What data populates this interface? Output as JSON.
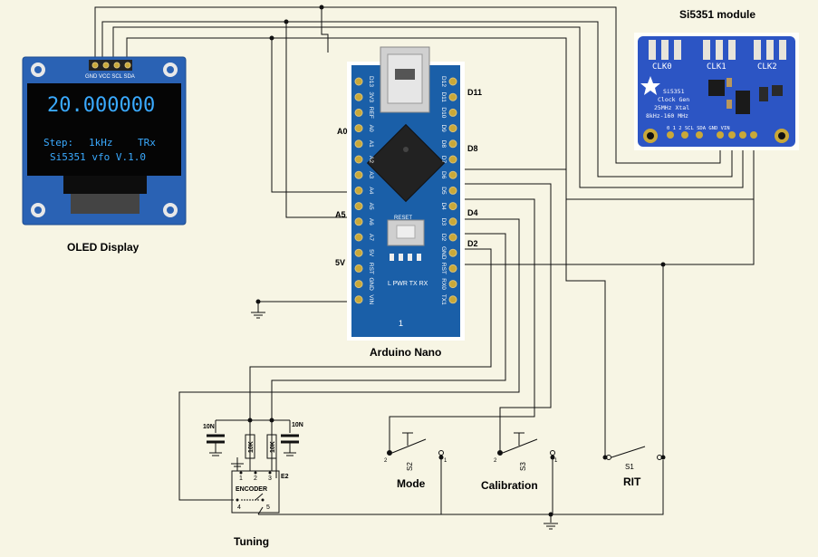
{
  "colors": {
    "background": "#f7f5e4",
    "wire": "#111111",
    "arduino_board": "#1a5fa8",
    "oled_pcb": "#2a62b4",
    "oled_text": "#3aaaff",
    "si_pcb": "#2c55c4",
    "pin_gold": "#c9a838"
  },
  "oled": {
    "caption": "OLED Display",
    "pin_labels": "GND VCC SCL SDA",
    "line1": "20.000000",
    "line2_left": "Step:",
    "line2_mid": "1kHz",
    "line2_right": "TRx",
    "line3": "Si5351 vfo V.1.0"
  },
  "si5351": {
    "caption": "Si5351 module",
    "clk0": "CLK0",
    "clk1": "CLK1",
    "clk2": "CLK2",
    "chip_l1": "Si5351",
    "chip_l2": "Clock Gen",
    "chip_l3": "25MHz Xtal",
    "chip_l4": "8kHz-160 MHz",
    "pin_row": "0  1  2  SCL SDA GND VIN"
  },
  "arduino": {
    "caption": "Arduino Nano",
    "labels": {
      "d11": "D11",
      "d8": "D8",
      "d4": "D4",
      "d2": "D2",
      "a0": "A0",
      "a5": "A5",
      "v5": "5V"
    },
    "reset_label": "RESET",
    "led_labels": "L  PWR  TX  RX",
    "left_pins": [
      "D13",
      "3V3",
      "REF",
      "A0",
      "A1",
      "A2",
      "A3",
      "A4",
      "A5",
      "A6",
      "A7",
      "5V",
      "RST",
      "GND",
      "VIN"
    ],
    "right_pins": [
      "D12",
      "D11",
      "D10",
      "D9",
      "D8",
      "D7",
      "D6",
      "D5",
      "D4",
      "D3",
      "D2",
      "GND",
      "RST",
      "RX0",
      "TX1"
    ]
  },
  "switches": {
    "mode": {
      "caption": "Mode",
      "ref": "S2",
      "pin1": "1",
      "pin2": "2"
    },
    "calibration": {
      "caption": "Calibration",
      "ref": "S3",
      "pin1": "1",
      "pin2": "2"
    },
    "rit": {
      "caption": "RIT",
      "ref": "S1"
    }
  },
  "encoder": {
    "caption": "Tuning",
    "label": "ENCODER",
    "pins": {
      "p1": "1",
      "p2": "2",
      "p3": "3",
      "p4": "4",
      "p5": "5",
      "e2": "E2"
    },
    "cap_left": "10N",
    "cap_right": "10N",
    "res_left": "10K",
    "res_right": "10K"
  }
}
